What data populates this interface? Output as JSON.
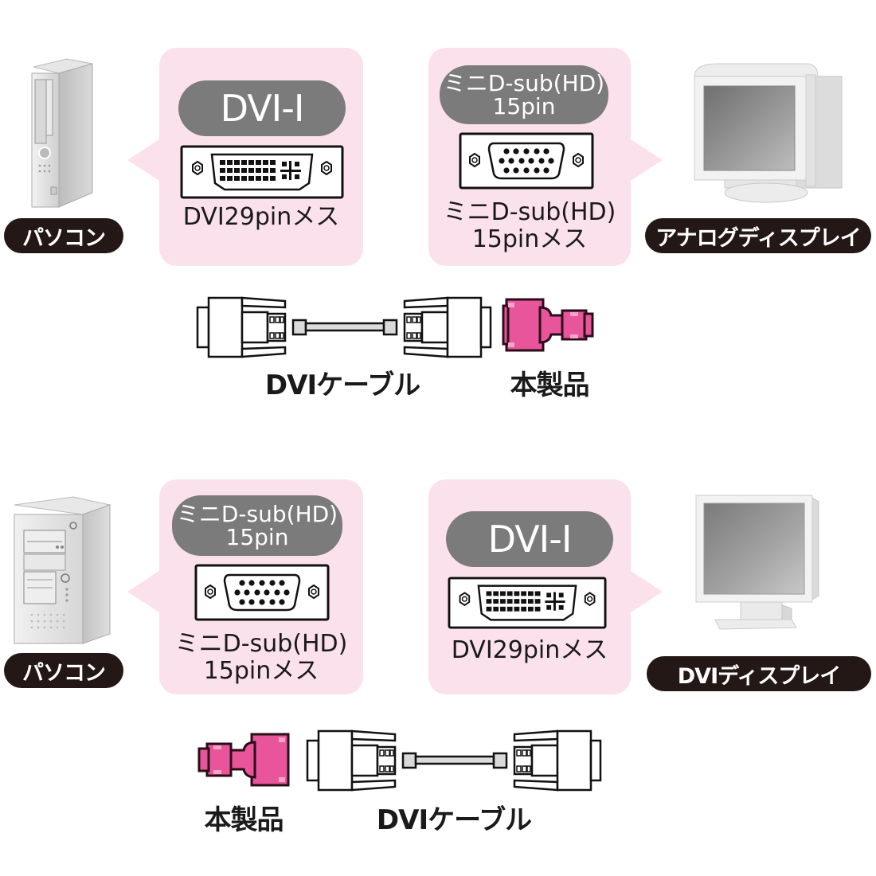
{
  "colors": {
    "bubble_bg": "#fbe1ec",
    "pill_gray": "#7b7b7b",
    "pill_dark": "#231815",
    "adapter_pink": "#e8559a",
    "cable_gray": "#dcdcdc"
  },
  "top": {
    "pc_label": "パソコン",
    "left_bubble": {
      "title": "DVI-I",
      "connector_icon": "dvi-connector",
      "caption_line1": "DVI29pinメス"
    },
    "right_bubble": {
      "title_line1": "ミニD-sub(HD)",
      "title_line2": "15pin",
      "connector_icon": "vga-connector",
      "caption_line1": "ミニD-sub(HD)",
      "caption_line2": "15pinメス"
    },
    "display_label": "アナログディスプレイ",
    "cable_label": "DVIケーブル",
    "product_label": "本製品"
  },
  "bottom": {
    "pc_label": "パソコン",
    "left_bubble": {
      "title_line1": "ミニD-sub(HD)",
      "title_line2": "15pin",
      "connector_icon": "vga-connector",
      "caption_line1": "ミニD-sub(HD)",
      "caption_line2": "15pinメス"
    },
    "right_bubble": {
      "title": "DVI-I",
      "connector_icon": "dvi-connector",
      "caption_line1": "DVI29pinメス"
    },
    "display_label": "DVIディスプレイ",
    "cable_label": "DVIケーブル",
    "product_label": "本製品"
  }
}
